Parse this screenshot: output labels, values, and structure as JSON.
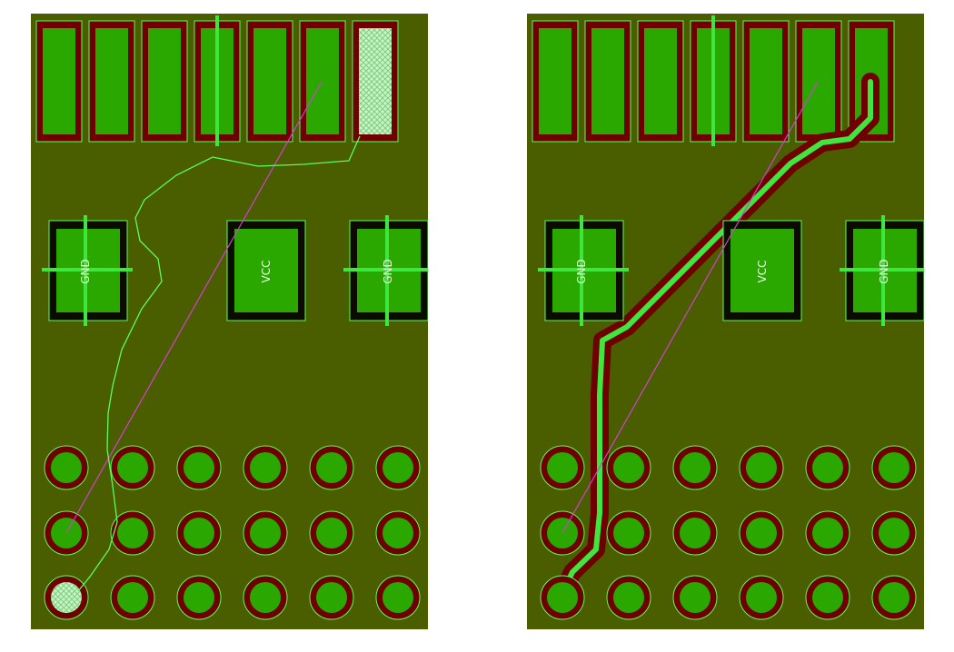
{
  "before": {
    "pads": [
      {
        "label": "GND"
      },
      {
        "label": "VCC"
      },
      {
        "label": "GND"
      }
    ]
  },
  "after": {
    "pads": [
      {
        "label": "GND"
      },
      {
        "label": "VCC"
      },
      {
        "label": "GND"
      }
    ]
  },
  "colors": {
    "board": "#4a5e00",
    "copper": "#2aa800",
    "mask": "#6e0000",
    "outline": "#5aff5a",
    "ratsnest": "#d040d0",
    "selected": "#b8f0b8",
    "dark_mask": "#0b0b00"
  }
}
